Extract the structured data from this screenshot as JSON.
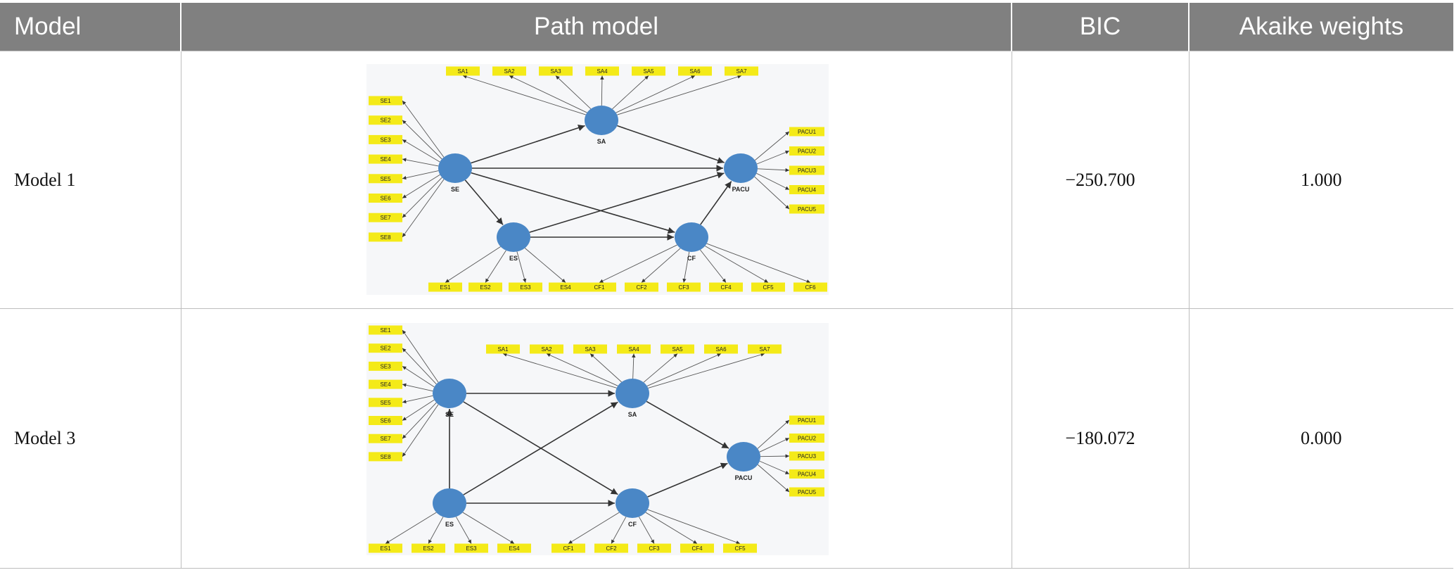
{
  "table": {
    "headers": [
      "Model",
      "Path model",
      "BIC",
      "Akaike weights"
    ],
    "rows": [
      {
        "model": "Model 1",
        "bic": "−250.700",
        "akaike": "1.000"
      },
      {
        "model": "Model 3",
        "bic": "−180.072",
        "akaike": "0.000"
      }
    ]
  },
  "diagrams": [
    {
      "latents": [
        "SE",
        "SA",
        "ES",
        "CF",
        "PACU"
      ],
      "indicators": {
        "SA": [
          "SA1",
          "SA2",
          "SA3",
          "SA4",
          "SA5",
          "SA6",
          "SA7"
        ],
        "SE": [
          "SE1",
          "SE2",
          "SE3",
          "SE4",
          "SE5",
          "SE6",
          "SE7",
          "SE8"
        ],
        "PACU": [
          "PACU1",
          "PACU2",
          "PACU3",
          "PACU4",
          "PACU5"
        ],
        "ES": [
          "ES1",
          "ES2",
          "ES3",
          "ES4"
        ],
        "CF": [
          "CF1",
          "CF2",
          "CF3",
          "CF4",
          "CF5",
          "CF6"
        ]
      }
    },
    {
      "latents": [
        "SE",
        "SA",
        "ES",
        "CF",
        "PACU"
      ],
      "indicators": {
        "SE": [
          "SE1",
          "SE2",
          "SE3",
          "SE4",
          "SE5",
          "SE6",
          "SE7",
          "SE8"
        ],
        "SA": [
          "SA1",
          "SA2",
          "SA3",
          "SA4",
          "SA5",
          "SA6",
          "SA7"
        ],
        "PACU": [
          "PACU1",
          "PACU2",
          "PACU3",
          "PACU4",
          "PACU5"
        ],
        "ES": [
          "ES1",
          "ES2",
          "ES3",
          "ES4"
        ],
        "CF": [
          "CF1",
          "CF2",
          "CF3",
          "CF4",
          "CF5"
        ]
      }
    }
  ],
  "colors": {
    "header_bg": "#808080",
    "indicator_fill": "#f4ea18",
    "latent_fill": "#4a87c6",
    "diagram_bg": "#f6f7f9"
  }
}
